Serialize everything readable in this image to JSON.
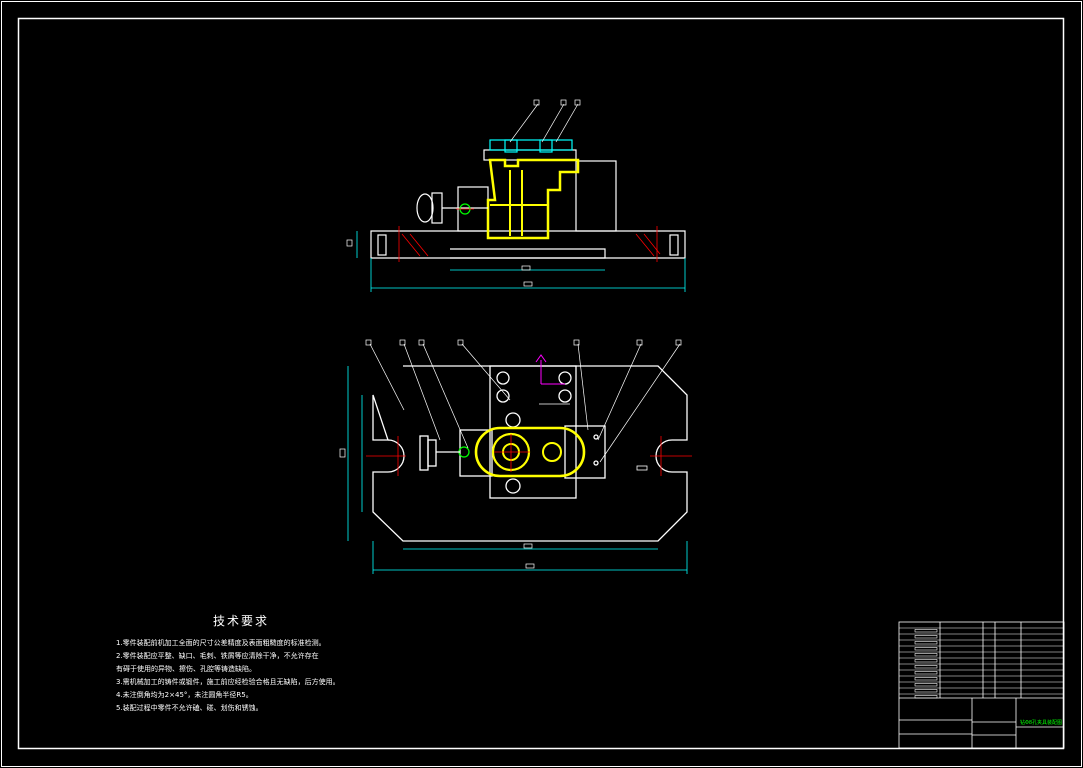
{
  "technical_requirements": {
    "title": "技术要求",
    "lines": [
      "1.零件装配前机加工全面的尺寸公差精度及表面粗糙度的标准检测。",
      "2.零件装配应平整、缺口、毛刺、铁屑等应清除干净，不允许存在",
      "有碍于使用的异物、擦伤、孔腔等铸造缺陷。",
      "3.需机械加工的铸件或锻件，施工前应经检验合格且无缺陷，后方使用。",
      "4.未注倒角均为2×45°，未注圆角半径R5。",
      "5.装配过程中零件不允许磕、碰、划伤和锈蚀。"
    ]
  },
  "title_block": {
    "drawing_name": "钻Φ8孔夹具装配图"
  },
  "colors": {
    "outline": "#ffffff",
    "dimension": "#00ffff",
    "workpiece": "#ffff00",
    "centerline": "#ff0000",
    "pin": "#00ff00",
    "axis": "#ff00ff"
  }
}
